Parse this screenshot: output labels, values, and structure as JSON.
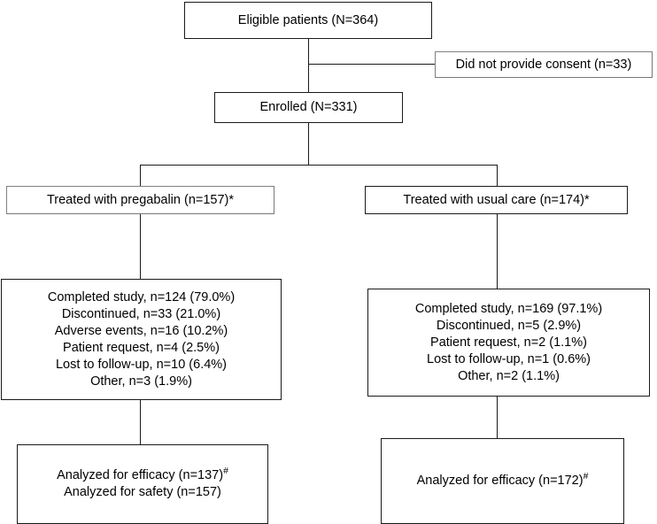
{
  "diagram": {
    "type": "consort-flow-diagram",
    "title": "",
    "colors": {
      "box_border": "#1a1a1a",
      "connector": "#1a1a1a",
      "background": "#ffffff",
      "text": "#000000"
    },
    "nodes": {
      "eligible": {
        "lines": [
          "Eligible patients (N=364)"
        ]
      },
      "no_consent": {
        "lines": [
          "Did not provide consent (n=33)"
        ]
      },
      "enrolled": {
        "lines": [
          "Enrolled (N=331)"
        ]
      },
      "treated_pregabalin": {
        "lines": [
          "Treated with pregabalin (n=157)*"
        ]
      },
      "treated_usual_care": {
        "lines": [
          "Treated with usual care (n=174)*"
        ]
      },
      "outcomes_pregabalin": {
        "lines": [
          "Completed study, n=124 (79.0%)",
          "Discontinued, n=33 (21.0%)",
          "Adverse events, n=16 (10.2%)",
          "Patient request, n=4 (2.5%)",
          "Lost to follow-up, n=10 (6.4%)",
          "Other, n=3 (1.9%)"
        ]
      },
      "outcomes_usual_care": {
        "lines": [
          "Completed study, n=169 (97.1%)",
          "Discontinued, n=5 (2.9%)",
          "Patient request, n=2 (1.1%)",
          "Lost to follow-up, n=1 (0.6%)",
          "Other, n=2 (1.1%)"
        ]
      },
      "analysis_pregabalin": {
        "lines": [
          "Analyzed for efficacy (n=137)#",
          "Analyzed for safety (n=157)"
        ],
        "line1_main": "Analyzed for efficacy (n=137)",
        "line1_sup": "#",
        "line2_main": "Analyzed for safety (n=157)"
      },
      "analysis_usual_care": {
        "lines": [
          "Analyzed for efficacy (n=172)#"
        ],
        "line1_main": "Analyzed for efficacy (n=172)",
        "line1_sup": "#"
      }
    }
  }
}
